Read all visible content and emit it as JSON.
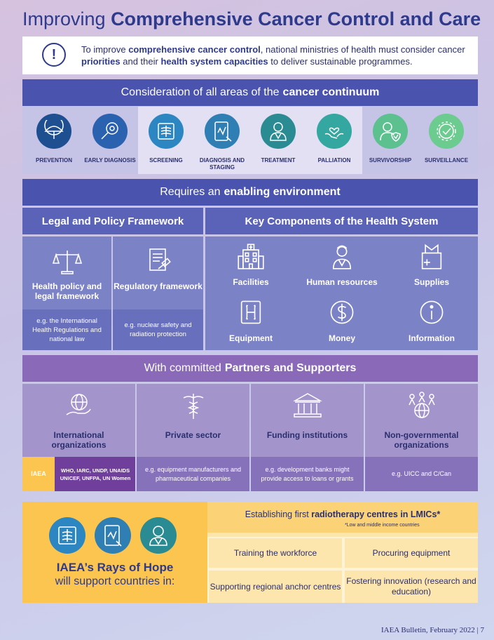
{
  "title": {
    "light": "Improving",
    "bold": "Comprehensive Cancer Control and Care"
  },
  "intro": {
    "parts": [
      {
        "t": "To improve ",
        "b": false
      },
      {
        "t": "comprehensive cancer control",
        "b": true
      },
      {
        "t": ", national ministries of health must consider cancer ",
        "b": false
      },
      {
        "t": "priorities",
        "b": true
      },
      {
        "t": " and their ",
        "b": false
      },
      {
        "t": "health system capacities",
        "b": true
      },
      {
        "t": " to deliver sustainable programmes.",
        "b": false
      }
    ]
  },
  "continuum": {
    "band_light": "Consideration of all areas of the",
    "band_bold": "cancer continuum",
    "stages": [
      {
        "label": "PREVENTION",
        "icon": "umbrella-icon",
        "color": "#1e4f91"
      },
      {
        "label": "EARLY DIAGNOSIS",
        "icon": "magnifier-icon",
        "color": "#2b62b0"
      },
      {
        "label": "SCREENING",
        "icon": "xray-icon",
        "color": "#2c86c2"
      },
      {
        "label": "DIAGNOSIS AND STAGING",
        "icon": "tablet-xray-icon",
        "color": "#2f7fb4"
      },
      {
        "label": "TREATMENT",
        "icon": "doctor-icon",
        "color": "#2b8b92"
      },
      {
        "label": "PALLIATION",
        "icon": "hands-heart-icon",
        "color": "#34a7a0"
      },
      {
        "label": "SURVIVORSHIP",
        "icon": "person-shield-icon",
        "color": "#5cc08f"
      },
      {
        "label": "SURVEILLANCE",
        "icon": "gear-check-icon",
        "color": "#6ccb8f"
      }
    ]
  },
  "enabling": {
    "band_light": "Requires an",
    "band_bold": "enabling environment",
    "legal": {
      "header": "Legal and Policy Framework",
      "items": [
        {
          "title": "Health policy and legal framework",
          "icon": "scales-icon",
          "eg": "e.g. the International Health Regulations and national law"
        },
        {
          "title": "Regulatory framework",
          "icon": "document-gavel-icon",
          "eg": "e.g. nuclear safety and radiation protection"
        }
      ]
    },
    "health": {
      "header": "Key Components of the Health System",
      "items": [
        {
          "title": "Facilities",
          "icon": "hospital-icon"
        },
        {
          "title": "Human resources",
          "icon": "nurse-icon"
        },
        {
          "title": "Supplies",
          "icon": "supplies-box-icon"
        },
        {
          "title": "Equipment",
          "icon": "xray-bone-icon"
        },
        {
          "title": "Money",
          "icon": "dollar-icon"
        },
        {
          "title": "Information",
          "icon": "info-icon"
        }
      ]
    }
  },
  "partners": {
    "band_light": "With committed",
    "band_bold": "Partners and Supporters",
    "items": [
      {
        "title": "International organizations",
        "icon": "globe-hand-icon",
        "eg": ""
      },
      {
        "title": "Private sector",
        "icon": "caduceus-icon",
        "eg": "e.g. equipment manufacturers and pharmaceutical companies"
      },
      {
        "title": "Funding institutions",
        "icon": "bank-icon",
        "eg": "e.g. development banks might provide access to loans or grants"
      },
      {
        "title": "Non-governmental organizations",
        "icon": "people-globe-icon",
        "eg": "e.g. UICC and C/Can"
      }
    ],
    "iaea_tag": "IAEA",
    "iaea_partners": "WHO, IARC, UNDP, UNAIDS UNICEF, UNFPA, UN Women"
  },
  "hope": {
    "title": "IAEA’s Rays of Hope",
    "subtitle": "will support countries in:",
    "headline_light": "Establishing first",
    "headline_bold": "radiotherapy centres in LMICs*",
    "footnote": "*Low and middle income countries",
    "cells": [
      "Training the workforce",
      "Procuring equipment",
      "Supporting regional anchor centres",
      "Fostering innovation (research and education)"
    ]
  },
  "footer": "IAEA Bulletin, February 2022  |  7",
  "colors": {
    "navy": "#2e3a8c",
    "band_blue": "#4a53ad",
    "band_purple": "#8a6ab8",
    "box_blue": "#7c82c6",
    "yellow": "#fbc54f",
    "light_yellow": "#fde6ad"
  }
}
